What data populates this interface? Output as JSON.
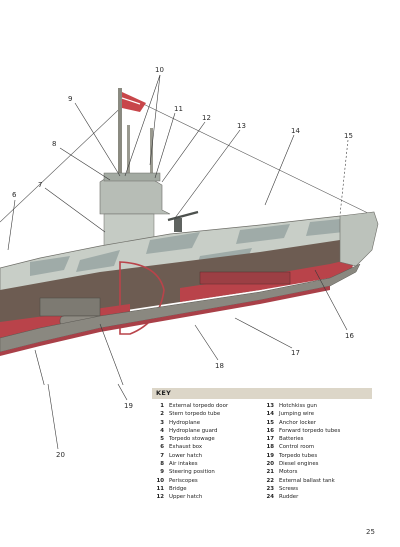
{
  "callouts": [
    "6",
    "7",
    "8",
    "9",
    "10",
    "11",
    "12",
    "13",
    "14",
    "15",
    "16",
    "17",
    "18",
    "19",
    "20"
  ],
  "key": {
    "title": "KEY",
    "items": [
      {
        "num": "1",
        "label": "External torpedo door"
      },
      {
        "num": "2",
        "label": "Stern torpedo tube"
      },
      {
        "num": "3",
        "label": "Hydroplane"
      },
      {
        "num": "4",
        "label": "Hydroplane guard"
      },
      {
        "num": "5",
        "label": "Torpedo stowage"
      },
      {
        "num": "6",
        "label": "Exhaust box"
      },
      {
        "num": "7",
        "label": "Lower hatch"
      },
      {
        "num": "8",
        "label": "Air intakes"
      },
      {
        "num": "9",
        "label": "Steering position"
      },
      {
        "num": "10",
        "label": "Periscopes"
      },
      {
        "num": "11",
        "label": "Bridge"
      },
      {
        "num": "12",
        "label": "Upper hatch"
      },
      {
        "num": "13",
        "label": "Hotchkiss gun"
      },
      {
        "num": "14",
        "label": "Jumping wire"
      },
      {
        "num": "15",
        "label": "Anchor locker"
      },
      {
        "num": "16",
        "label": "Forward torpedo tubes"
      },
      {
        "num": "17",
        "label": "Batteries"
      },
      {
        "num": "18",
        "label": "Control room"
      },
      {
        "num": "19",
        "label": "Torpedo tubes"
      },
      {
        "num": "20",
        "label": "Diesel engines"
      },
      {
        "num": "21",
        "label": "Motors"
      },
      {
        "num": "22",
        "label": "External ballast tank"
      },
      {
        "num": "23",
        "label": "Screws"
      },
      {
        "num": "24",
        "label": "Rudder"
      }
    ]
  },
  "page_number": "25",
  "colors": {
    "hull_light": "#c9cfc8",
    "hull_camo": "#9aa7a4",
    "interior_red": "#b9434a",
    "interior_dark": "#5b4a43",
    "key_header_bg": "#dcd6c8"
  }
}
